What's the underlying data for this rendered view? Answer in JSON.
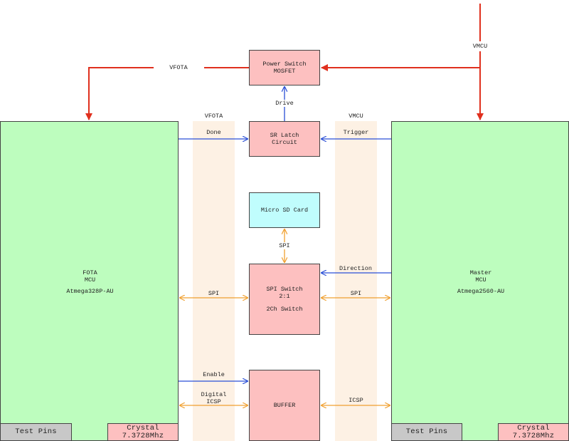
{
  "bands": {
    "left_label": "VFOTA",
    "right_label": "VMCU"
  },
  "power_labels": {
    "vfota": "VFOTA",
    "vmcu": "VMCU"
  },
  "blocks": {
    "power_switch": "Power Switch\nMOSFET",
    "sr_latch": "SR Latch\nCircuit",
    "microsd": "Micro SD Card",
    "spi_switch_title": "SPI Switch\n2:1",
    "spi_switch_sub": "2Ch Switch",
    "buffer": "BUFFER",
    "fota_mcu_title": "FOTA\nMCU",
    "fota_mcu_part": "Atmega328P-AU",
    "master_mcu_title": "Master\nMCU",
    "master_mcu_part": "Atmega2560-AU",
    "test_pins_left": "Test Pins",
    "crystal_left": "Crystal\n7.3728Mhz",
    "test_pins_right": "Test Pins",
    "crystal_right": "Crystal\n7.3728Mhz"
  },
  "signals": {
    "drive": "Drive",
    "done": "Done",
    "trigger": "Trigger",
    "spi_top": "SPI",
    "direction": "Direction",
    "spi_left": "SPI",
    "spi_right": "SPI",
    "enable": "Enable",
    "digital_icsp": "Digital\nICSP",
    "icsp": "ICSP"
  },
  "colors": {
    "power": "#e0301e",
    "control": "#2a4fd6",
    "data": "#f0a030"
  }
}
